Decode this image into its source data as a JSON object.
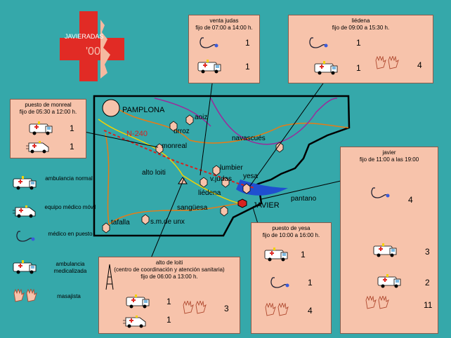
{
  "logo": {
    "title": "JAVIERADAS",
    "year": "'00"
  },
  "places": {
    "pamplona": "PAMPLONA",
    "aoiz": "aoiz",
    "urroz": "urroz",
    "navascues": "navascués",
    "monreal": "monreal",
    "alto_loiti": "alto loiti",
    "lumbier": "lumbier",
    "yesa": "yesa",
    "vjudas": "v.judas",
    "liedena": "liédena",
    "sanguesa": "sangüesa",
    "javier": "JAVIER",
    "pantano": "pantano",
    "tafalla": "tafalla",
    "smunx": "s.m.de unx",
    "road": "N-240"
  },
  "boxes": {
    "venta_judas": {
      "title": "venta judas",
      "hours": "fijo de 07:00 a 14:00 h.",
      "medico": "1",
      "ambulancia": "1"
    },
    "liedena": {
      "title": "liédena",
      "hours": "fijo de 09:00 a 15:30 h.",
      "medico": "1",
      "ambulancia": "1",
      "masajista": "4"
    },
    "monreal": {
      "title": "puesto de monreal",
      "hours": "fijo de 05:30 a 12:00 h.",
      "ambulancia": "1",
      "movil": "1"
    },
    "javier": {
      "title": "javier",
      "hours": "fijo de 11:00 a las 19:00",
      "medico": "4",
      "medicalizada": "3",
      "ambulancia": "2",
      "masajista": "11"
    },
    "yesa": {
      "title": "puesto de yesa",
      "hours": "fijo de 10:00 a 16:00 h.",
      "ambulancia": "1",
      "medico": "1",
      "masajista": "4"
    },
    "loiti": {
      "title": "alto de loiti",
      "subtitle": "(centro de coordinación y atención sanitaria)",
      "hours": "fijo de 06:00 a 13:00 h.",
      "ambulancia": "1",
      "movil": "1",
      "masajista": "3"
    }
  },
  "legend": {
    "ambulancia": "ambulancia normal",
    "movil": "equipo médico móvil",
    "medico": "médico en puesto",
    "medicalizada": "ambulancia medicalizada",
    "masajista": "masajista"
  },
  "colors": {
    "sea": "#35a8aa",
    "land": "#35a8aa",
    "box": "#f7c3ab",
    "cross": "#e12b25",
    "route": "#d6221f"
  }
}
